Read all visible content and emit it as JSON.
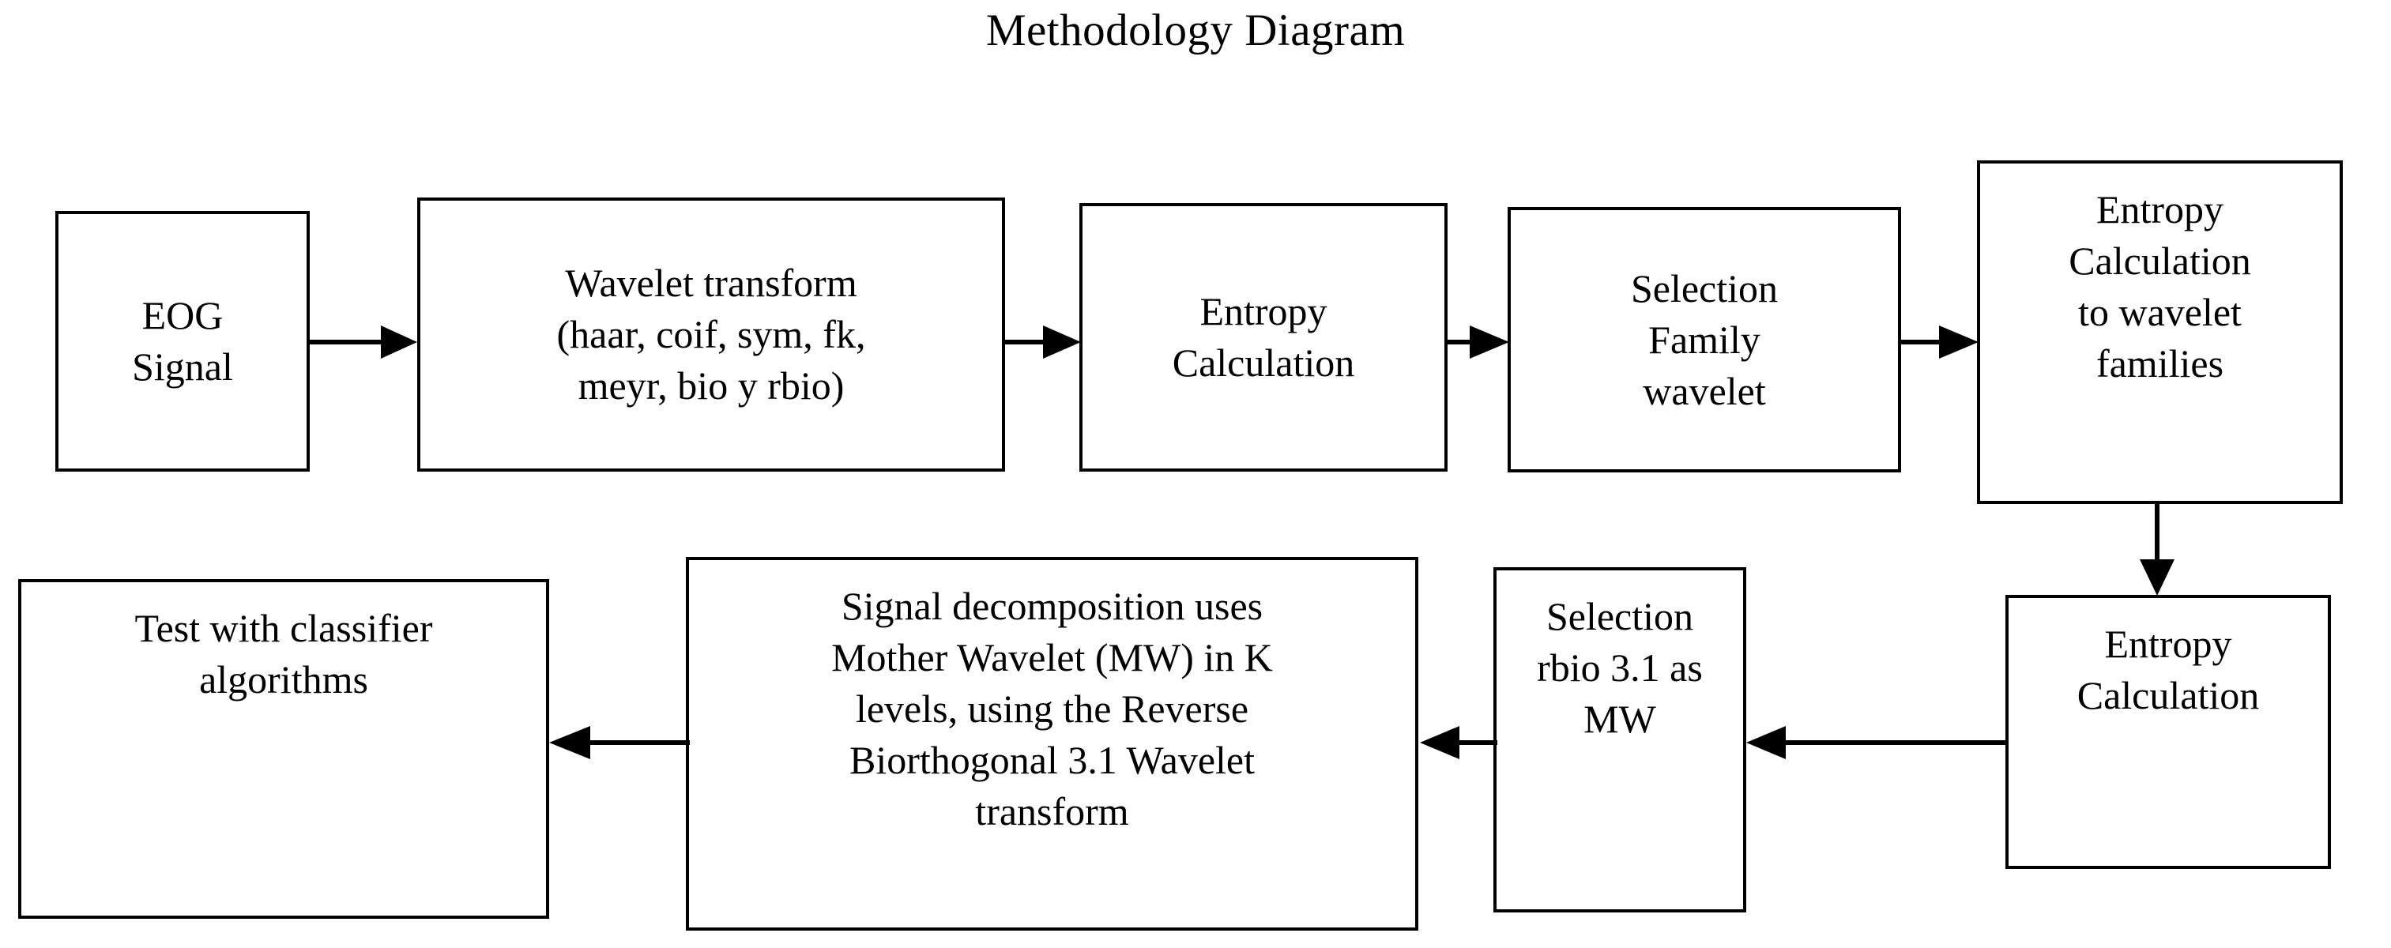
{
  "title": "Methodology Diagram",
  "diagram": {
    "type": "flowchart",
    "nodes": [
      {
        "id": "eog-signal",
        "label": "EOG\nSignal"
      },
      {
        "id": "wavelet-transform",
        "label": "Wavelet transform\n(haar, coif, sym, fk,\nmeyr, bio y rbio)"
      },
      {
        "id": "entropy-calculation-1",
        "label": "Entropy\nCalculation"
      },
      {
        "id": "selection-family-wavelet",
        "label": "Selection\nFamily\nwavelet"
      },
      {
        "id": "entropy-to-families",
        "label": "Entropy\nCalculation\nto wavelet\nfamilies"
      },
      {
        "id": "entropy-calculation-2",
        "label": "Entropy\nCalculation"
      },
      {
        "id": "selection-rbio",
        "label": "Selection\nrbio 3.1 as\nMW"
      },
      {
        "id": "signal-decomposition",
        "label": "Signal decomposition uses\nMother Wavelet (MW) in K\nlevels, using the Reverse\nBiorthogonal 3.1 Wavelet\ntransform"
      },
      {
        "id": "test-classifier",
        "label": "Test with classifier\nalgorithms"
      }
    ],
    "edges": [
      {
        "from": "eog-signal",
        "to": "wavelet-transform",
        "direction": "right"
      },
      {
        "from": "wavelet-transform",
        "to": "entropy-calculation-1",
        "direction": "right"
      },
      {
        "from": "entropy-calculation-1",
        "to": "selection-family-wavelet",
        "direction": "right"
      },
      {
        "from": "selection-family-wavelet",
        "to": "entropy-to-families",
        "direction": "right"
      },
      {
        "from": "entropy-to-families",
        "to": "entropy-calculation-2",
        "direction": "down"
      },
      {
        "from": "entropy-calculation-2",
        "to": "selection-rbio",
        "direction": "left"
      },
      {
        "from": "selection-rbio",
        "to": "signal-decomposition",
        "direction": "left"
      },
      {
        "from": "signal-decomposition",
        "to": "test-classifier",
        "direction": "left"
      }
    ],
    "colors": {
      "stroke": "#000000",
      "fill": "#ffffff",
      "text": "#000000"
    }
  }
}
